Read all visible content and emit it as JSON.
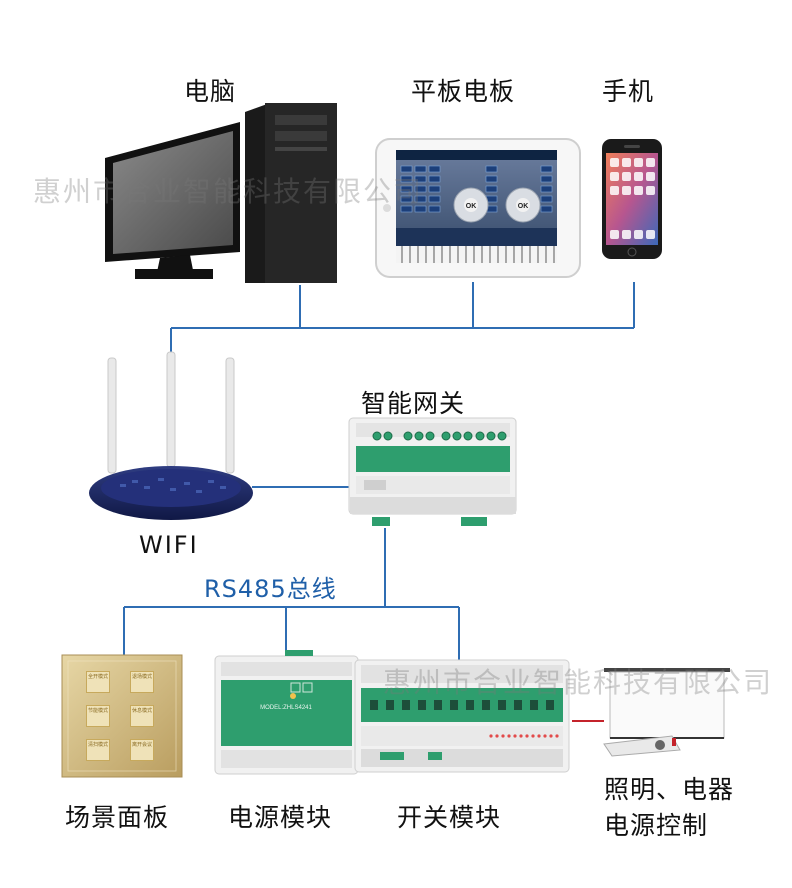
{
  "labels": {
    "computer": "电脑",
    "tablet": "平板电板",
    "phone": "手机",
    "gateway": "智能网关",
    "wifi": "WIFI",
    "bus": "RS485总线",
    "scene_panel": "场景面板",
    "power_module": "电源模块",
    "switch_module": "开关模块",
    "output_line1": "照明、电器",
    "output_line2": "电源控制"
  },
  "watermark": "惠州市合业智能科技有限公司",
  "scene_buttons": [
    "全开模式",
    "退场模式",
    "节能模式",
    "休息模式",
    "清扫模式",
    "离开会议"
  ],
  "power_module_model": "MODEL:ZHLS4241",
  "tablet_ok": "OK",
  "colors": {
    "line": "#2f6db3",
    "bus_text": "#1f5fa8",
    "module_green": "#2e9e6e",
    "panel_gold": "#c9b27a"
  }
}
